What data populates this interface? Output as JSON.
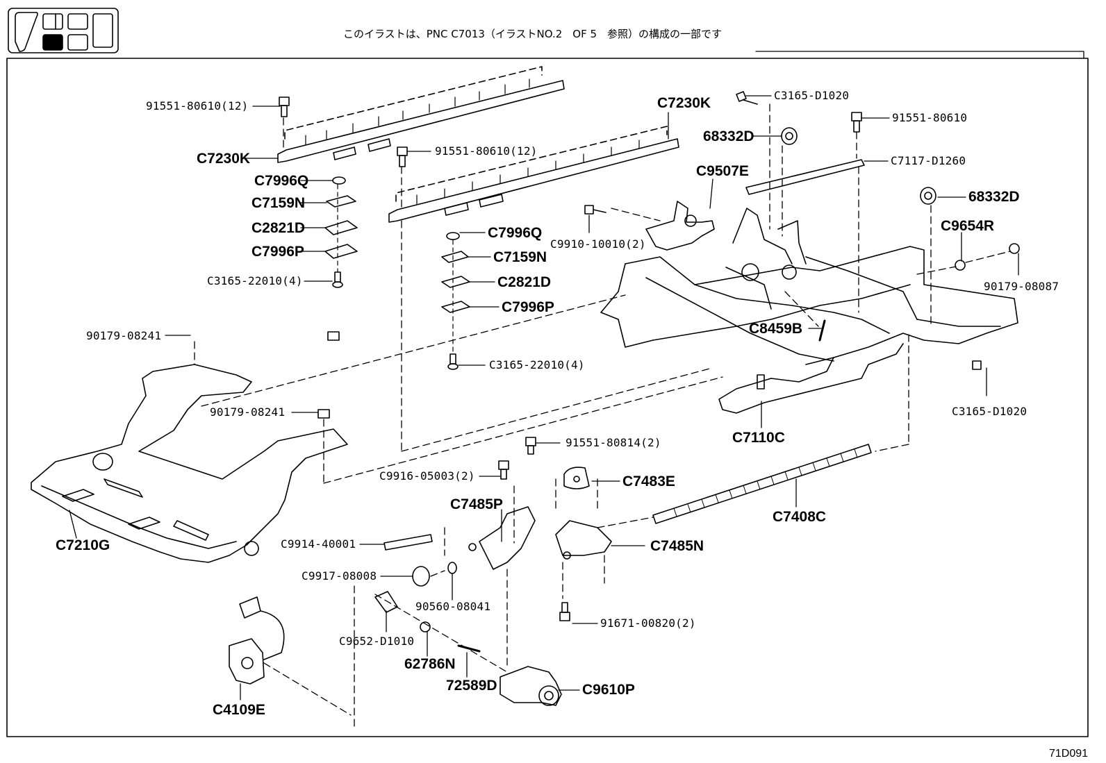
{
  "caption": "このイラストは、PNC C7013（イラストNO.2　OF 5　参照）の構成の一部です",
  "illustration_code": "71D091",
  "callouts": [
    {
      "id": "c1",
      "text": "91551-80610(12)",
      "size": "small"
    },
    {
      "id": "c2",
      "text": "C7230K",
      "size": "big"
    },
    {
      "id": "c3",
      "text": "C7996Q",
      "size": "big"
    },
    {
      "id": "c4",
      "text": "C7159N",
      "size": "big"
    },
    {
      "id": "c5",
      "text": "C2821D",
      "size": "big"
    },
    {
      "id": "c6",
      "text": "C7996P",
      "size": "big"
    },
    {
      "id": "c7",
      "text": "C3165-22010(4)",
      "size": "small"
    },
    {
      "id": "c8",
      "text": "91551-80610(12)",
      "size": "small"
    },
    {
      "id": "c9",
      "text": "C7996Q",
      "size": "big"
    },
    {
      "id": "c10",
      "text": "C7159N",
      "size": "big"
    },
    {
      "id": "c11",
      "text": "C2821D",
      "size": "big"
    },
    {
      "id": "c12",
      "text": "C7996P",
      "size": "big"
    },
    {
      "id": "c13",
      "text": "C3165-22010(4)",
      "size": "small"
    },
    {
      "id": "c14",
      "text": "C7230K",
      "size": "big"
    },
    {
      "id": "c15",
      "text": "C3165-D1020",
      "size": "small"
    },
    {
      "id": "c16",
      "text": "68332D",
      "size": "big"
    },
    {
      "id": "c17",
      "text": "91551-80610",
      "size": "small"
    },
    {
      "id": "c18",
      "text": "C7117-D1260",
      "size": "small"
    },
    {
      "id": "c19",
      "text": "C9507E",
      "size": "big"
    },
    {
      "id": "c20",
      "text": "68332D",
      "size": "big"
    },
    {
      "id": "c21",
      "text": "C9910-10010(2)",
      "size": "small"
    },
    {
      "id": "c22",
      "text": "C9654R",
      "size": "big"
    },
    {
      "id": "c23",
      "text": "90179-08087",
      "size": "small"
    },
    {
      "id": "c24",
      "text": "C8459B",
      "size": "big"
    },
    {
      "id": "c25",
      "text": "C3165-D1020",
      "size": "small"
    },
    {
      "id": "c26",
      "text": "C7110C",
      "size": "big"
    },
    {
      "id": "c27",
      "text": "90179-08241",
      "size": "small"
    },
    {
      "id": "c28",
      "text": "90179-08241",
      "size": "small"
    },
    {
      "id": "c29",
      "text": "91551-80814(2)",
      "size": "small"
    },
    {
      "id": "c30",
      "text": "C9916-05003(2)",
      "size": "small"
    },
    {
      "id": "c31",
      "text": "C7483E",
      "size": "big"
    },
    {
      "id": "c32",
      "text": "C7485P",
      "size": "big"
    },
    {
      "id": "c33",
      "text": "C7408C",
      "size": "big"
    },
    {
      "id": "c34",
      "text": "C7210G",
      "size": "big"
    },
    {
      "id": "c35",
      "text": "C9914-40001",
      "size": "small"
    },
    {
      "id": "c36",
      "text": "C7485N",
      "size": "big"
    },
    {
      "id": "c37",
      "text": "C9917-08008",
      "size": "small"
    },
    {
      "id": "c38",
      "text": "90560-08041",
      "size": "small"
    },
    {
      "id": "c39",
      "text": "91671-00820(2)",
      "size": "small"
    },
    {
      "id": "c40",
      "text": "C9652-D1010",
      "size": "small"
    },
    {
      "id": "c41",
      "text": "62786N",
      "size": "big"
    },
    {
      "id": "c42",
      "text": "72589D",
      "size": "big"
    },
    {
      "id": "c43",
      "text": "C9610P",
      "size": "big"
    },
    {
      "id": "c44",
      "text": "C4109E",
      "size": "big"
    }
  ]
}
